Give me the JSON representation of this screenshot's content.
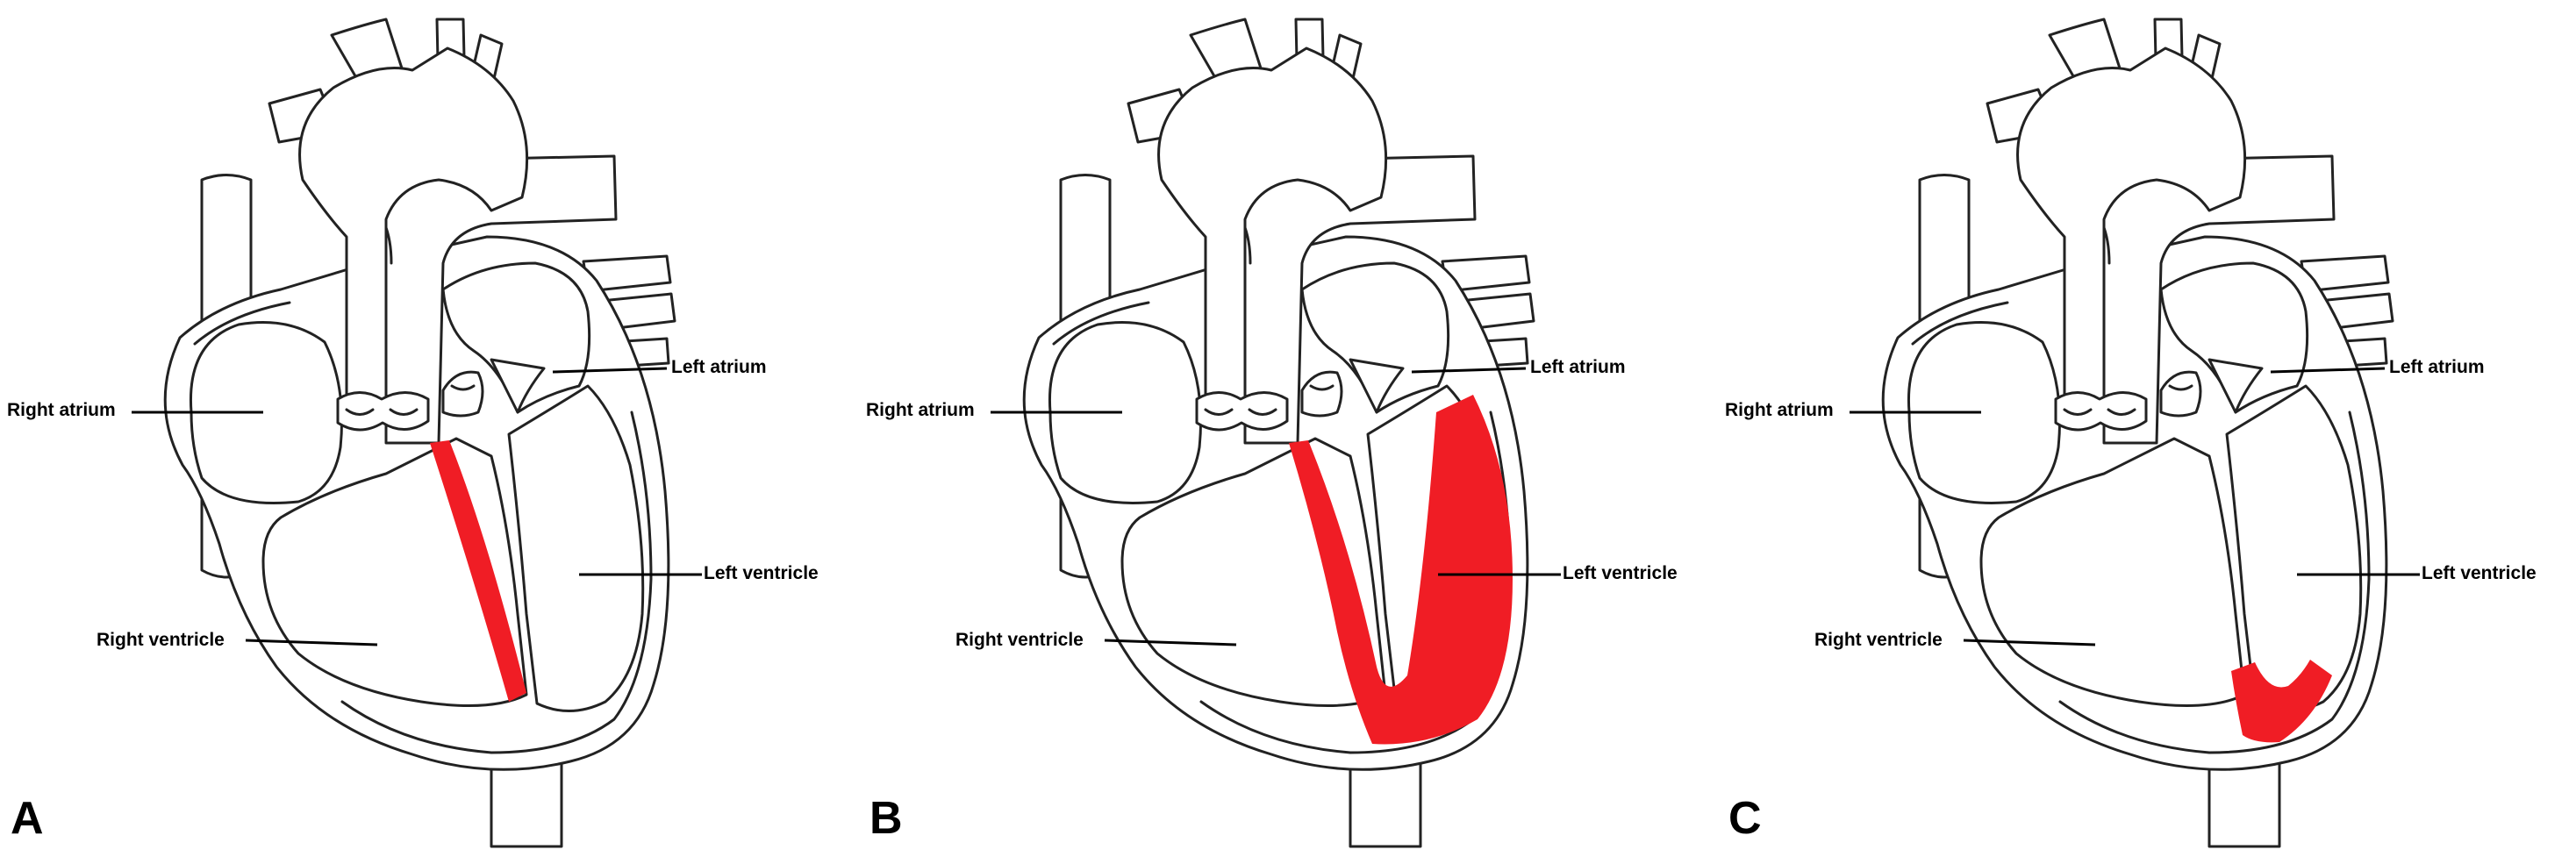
{
  "colors": {
    "lesion": "#f01d25",
    "outline": "#222222",
    "background": "#ffffff"
  },
  "labels": {
    "right_atrium": "Right atrium",
    "left_atrium": "Left atrium",
    "left_ventricle": "Left ventricle",
    "right_ventricle": "Right ventricle"
  },
  "panels": [
    {
      "letter": "A",
      "highlight": "interventricular-septum"
    },
    {
      "letter": "B",
      "highlight": "septum-and-left-ventricular-free-wall"
    },
    {
      "letter": "C",
      "highlight": "left-ventricular-apex"
    }
  ]
}
